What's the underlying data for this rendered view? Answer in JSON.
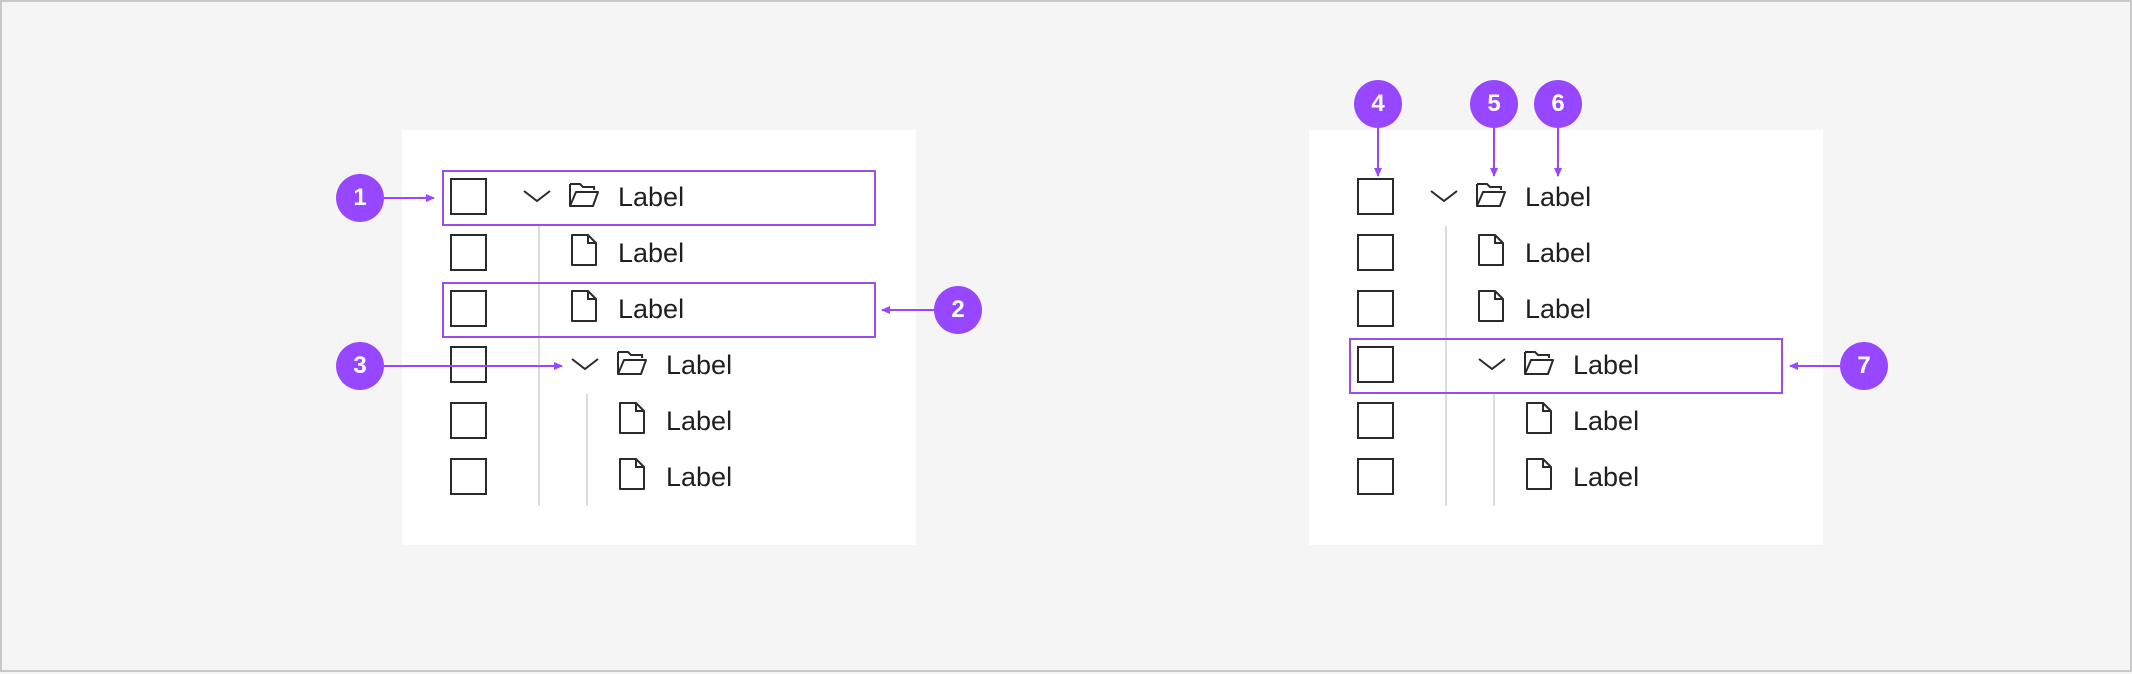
{
  "accent_color": "#9747ff",
  "icons": {
    "chevron": "chevron-down-icon",
    "folder": "folder-open-icon",
    "file": "file-icon",
    "checkbox": "checkbox-icon"
  },
  "left_tree": {
    "rows": [
      {
        "label": "Label",
        "type": "folder"
      },
      {
        "label": "Label",
        "type": "file"
      },
      {
        "label": "Label",
        "type": "file"
      },
      {
        "label": "Label",
        "type": "folder"
      },
      {
        "label": "Label",
        "type": "file"
      },
      {
        "label": "Label",
        "type": "file"
      }
    ]
  },
  "right_tree": {
    "rows": [
      {
        "label": "Label",
        "type": "folder"
      },
      {
        "label": "Label",
        "type": "file"
      },
      {
        "label": "Label",
        "type": "file"
      },
      {
        "label": "Label",
        "type": "folder"
      },
      {
        "label": "Label",
        "type": "file"
      },
      {
        "label": "Label",
        "type": "file"
      }
    ]
  },
  "callouts": [
    "1",
    "2",
    "3",
    "4",
    "5",
    "6",
    "7"
  ]
}
